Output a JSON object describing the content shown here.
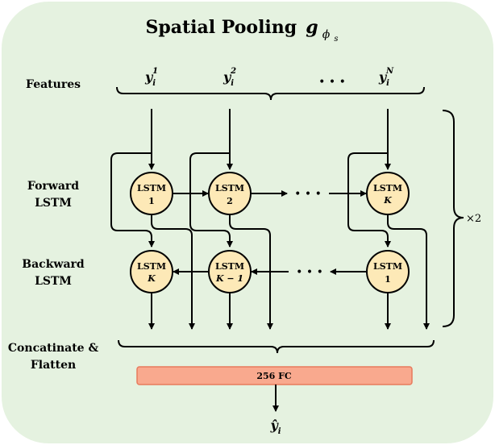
{
  "diagram": {
    "title": "Spatial Pooling",
    "title_symbol": "g",
    "title_sub": "ϕ",
    "title_subsub": "s",
    "row_labels": {
      "features": "Features",
      "forward_1": "Forward",
      "forward_2": "LSTM",
      "backward_1": "Backward",
      "backward_2": "LSTM",
      "concat_1": "Concatinate &",
      "concat_2": "Flatten"
    },
    "features": [
      {
        "base": "y",
        "sub": "i",
        "sup": "1"
      },
      {
        "base": "y",
        "sub": "i",
        "sup": "2"
      },
      {
        "base": "y",
        "sub": "i",
        "sup": "N"
      }
    ],
    "features_ellipsis": "• • •",
    "forward_nodes": [
      {
        "name": "LSTM",
        "index": "1"
      },
      {
        "name": "LSTM",
        "index": "2"
      },
      {
        "name": "LSTM",
        "index": "K"
      }
    ],
    "backward_nodes": [
      {
        "name": "LSTM",
        "index": "K"
      },
      {
        "name": "LSTM",
        "index": "K − 1"
      },
      {
        "name": "LSTM",
        "index": "1"
      }
    ],
    "chain_ellipsis": "• • •",
    "repeat": "×2",
    "fc_label": "256 FC",
    "output": {
      "base": "ŷ",
      "sub": "i"
    },
    "colors": {
      "panel": "#e5f2e0",
      "node_fill": "#fde9b7",
      "fc_fill": "#f9a98e",
      "fc_stroke": "#e87a5c"
    }
  }
}
